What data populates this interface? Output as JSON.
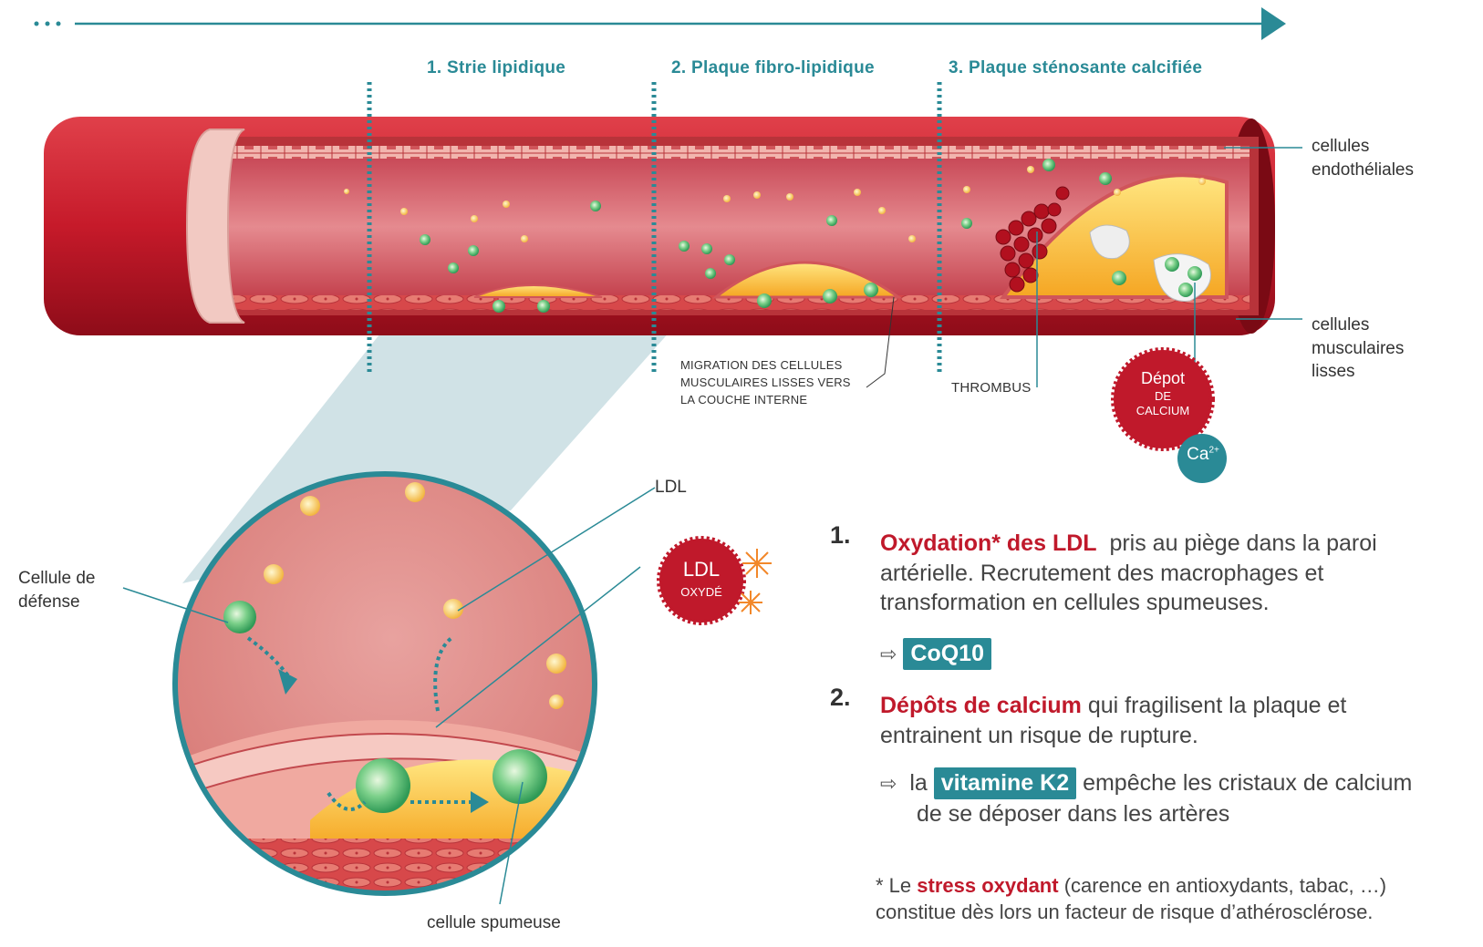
{
  "stages": [
    "1. Strie lipidique",
    "2. Plaque fibro-lipidique",
    "3. Plaque sténosante calcifiée"
  ],
  "labels": {
    "endothelial": [
      "cellules",
      "endothéliales"
    ],
    "smooth_muscle": [
      "cellules",
      "musculaires",
      "lisses"
    ],
    "migration": [
      "Migration des cellules",
      "musculaires lisses vers",
      "la couche interne"
    ],
    "thrombus": "Thrombus",
    "defense_cell": [
      "Cellule de",
      "défense"
    ],
    "ldl": "LDL",
    "foam_cell": "cellule spumeuse"
  },
  "badges": {
    "calcium": [
      "Dépot",
      "de",
      "calcium"
    ],
    "ca_ion": "Ca",
    "ca_charge": "2+",
    "ldl_ox": [
      "LDL",
      "oxydé"
    ]
  },
  "points": [
    {
      "num": "1.",
      "highlight": "Oxydation* des LDL",
      "rest_line1": "pris au piège dans la paroi",
      "line2": "artérielle. Recrutement des macrophages et",
      "line3": "transformation en cellules spumeuses."
    },
    {
      "num": "2.",
      "highlight": "Dépôts de calcium",
      "rest_line1": "qui fragilisent la plaque et",
      "line2": "entrainent un risque de rupture."
    }
  ],
  "tips": {
    "coq10": "CoQ10",
    "k2_pre": "la",
    "k2_chip": "vitamine K2",
    "k2_post": "empêche les cristaux de calcium",
    "k2_line2": "de se déposer dans les artères"
  },
  "footnote": {
    "star": "* Le",
    "highlight": "stress oxydant",
    "rest": "(carence en antioxydants, tabac, …)",
    "line2": "constitue dès lors un facteur de risque d’athérosclérose."
  },
  "colors": {
    "teal": "#2a8a96",
    "red": "#c0192b",
    "vessel": "#c0192b"
  }
}
